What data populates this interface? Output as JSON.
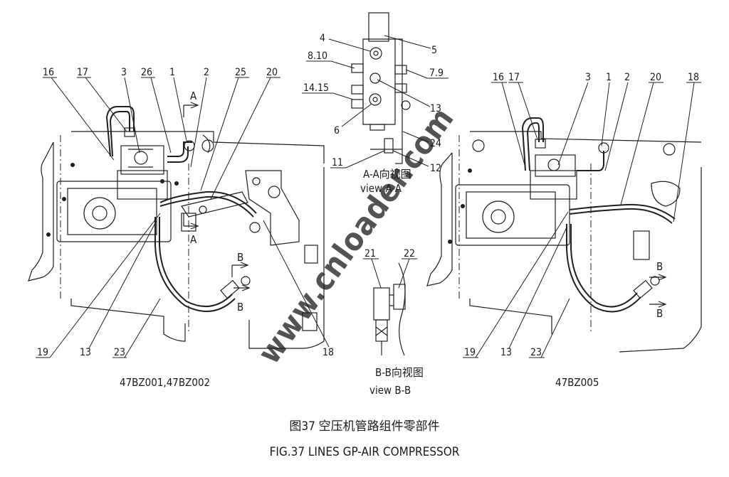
{
  "figure": {
    "left_view": {
      "model_label": "47BZ001,47BZ002",
      "callouts": [
        "16",
        "17",
        "3",
        "26",
        "1",
        "2",
        "25",
        "20",
        "19",
        "13",
        "23",
        "18"
      ],
      "section_marks": [
        "A",
        "A",
        "B",
        "B"
      ]
    },
    "view_aa": {
      "title_cn": "A-A向视图",
      "title_en": "view A-A",
      "callouts": [
        "4",
        "5",
        "8.10",
        "7.9",
        "14.15",
        "13",
        "6",
        "24",
        "11",
        "12"
      ]
    },
    "view_bb": {
      "title_cn": "B-B向视图",
      "title_en": "view B-B",
      "callouts": [
        "21",
        "22"
      ]
    },
    "right_view": {
      "model_label": "47BZ005",
      "callouts": [
        "16",
        "17",
        "3",
        "1",
        "2",
        "20",
        "18",
        "19",
        "13",
        "23"
      ],
      "section_marks": [
        "B",
        "B"
      ]
    },
    "caption_cn": "图37 空压机管路组件零部件",
    "caption_en": "FIG.37 LINES GP-AIR COMPRESSOR",
    "watermark": "www.cnloader.com"
  }
}
